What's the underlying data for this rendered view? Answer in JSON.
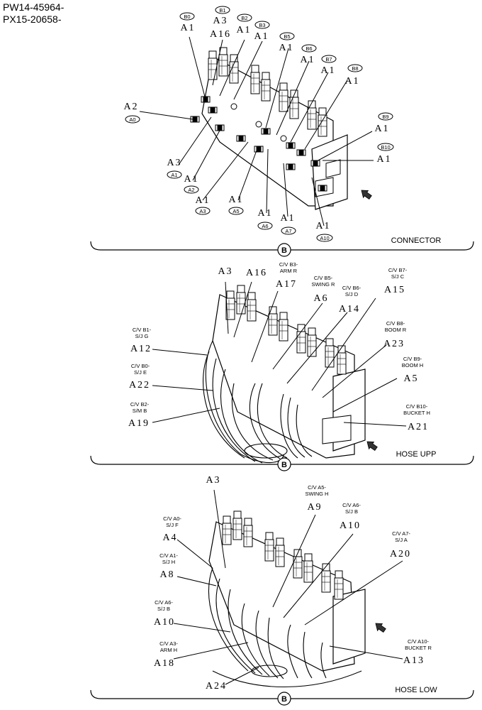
{
  "header": {
    "serial_1": "PW14-45964-",
    "serial_2": "PX15-20658-"
  },
  "panels": [
    {
      "title": "CONNECTOR",
      "bubble": "B",
      "callouts": [
        {
          "tag": "B0",
          "ref": "A1"
        },
        {
          "tag": "B1",
          "ref": "A3"
        },
        {
          "tag": "",
          "ref": "A16"
        },
        {
          "tag": "B2",
          "ref": "A1"
        },
        {
          "tag": "B3",
          "ref": "A1"
        },
        {
          "tag": "B5",
          "ref": "A1"
        },
        {
          "tag": "B6",
          "ref": "A1"
        },
        {
          "tag": "B7",
          "ref": "A1"
        },
        {
          "tag": "B8",
          "ref": "A1"
        },
        {
          "tag": "B9",
          "ref": "A1"
        },
        {
          "tag": "B10",
          "ref": "A1"
        },
        {
          "tag": "A0",
          "ref": "A2"
        },
        {
          "tag": "A1",
          "ref": "A3"
        },
        {
          "tag": "A2",
          "ref": "A1"
        },
        {
          "tag": "A3",
          "ref": "A1"
        },
        {
          "tag": "A5",
          "ref": "A1"
        },
        {
          "tag": "A6",
          "ref": "A1"
        },
        {
          "tag": "A7",
          "ref": "A1"
        },
        {
          "tag": "A10",
          "ref": "A1"
        }
      ]
    },
    {
      "title": "HOSE UPP",
      "bubble": "B",
      "callouts": [
        {
          "label": [
            "C/V B1-",
            "S/J G"
          ],
          "ref": "A12"
        },
        {
          "label": [
            "C/V B0-",
            "S/J E"
          ],
          "ref": "A22"
        },
        {
          "label": [
            "C/V B2-",
            "S/M B"
          ],
          "ref": "A19"
        },
        {
          "label": [],
          "ref": "A3"
        },
        {
          "label": [],
          "ref": "A16"
        },
        {
          "label": [
            "C/V B3-",
            "ARM R"
          ],
          "ref": "A17"
        },
        {
          "label": [
            "C/V B5-",
            "SWING R"
          ],
          "ref": "A6"
        },
        {
          "label": [
            "C/V B6-",
            "S/J D"
          ],
          "ref": "A14"
        },
        {
          "label": [
            "C/V B7-",
            "S/J C"
          ],
          "ref": "A15"
        },
        {
          "label": [
            "C/V B8-",
            "BOOM R"
          ],
          "ref": "A23"
        },
        {
          "label": [
            "C/V B9-",
            "BOOM H"
          ],
          "ref": "A5"
        },
        {
          "label": [
            "C/V B10-",
            "BUCKET H"
          ],
          "ref": "A21"
        }
      ]
    },
    {
      "title": "HOSE LOW",
      "bubble": "B",
      "callouts": [
        {
          "label": [],
          "ref": "A3"
        },
        {
          "label": [
            "C/V A5-",
            "SWING H"
          ],
          "ref": "A9"
        },
        {
          "label": [
            "C/V A6-",
            "S/J B"
          ],
          "ref": "A10"
        },
        {
          "label": [
            "C/V A0-",
            "S/J F"
          ],
          "ref": "A4"
        },
        {
          "label": [
            "C/V A1-",
            "S/J H"
          ],
          "ref": "A8"
        },
        {
          "label": [
            "C/V A7-",
            "S/J A"
          ],
          "ref": "A20"
        },
        {
          "label": [
            "C/V A6-",
            "S/J B"
          ],
          "ref": "A10"
        },
        {
          "label": [
            "C/V A3-",
            "ARM H"
          ],
          "ref": "A18"
        },
        {
          "label": [
            "C/V A10-",
            "BUCKET R"
          ],
          "ref": "A13"
        },
        {
          "label": [],
          "ref": "A24"
        }
      ]
    }
  ]
}
